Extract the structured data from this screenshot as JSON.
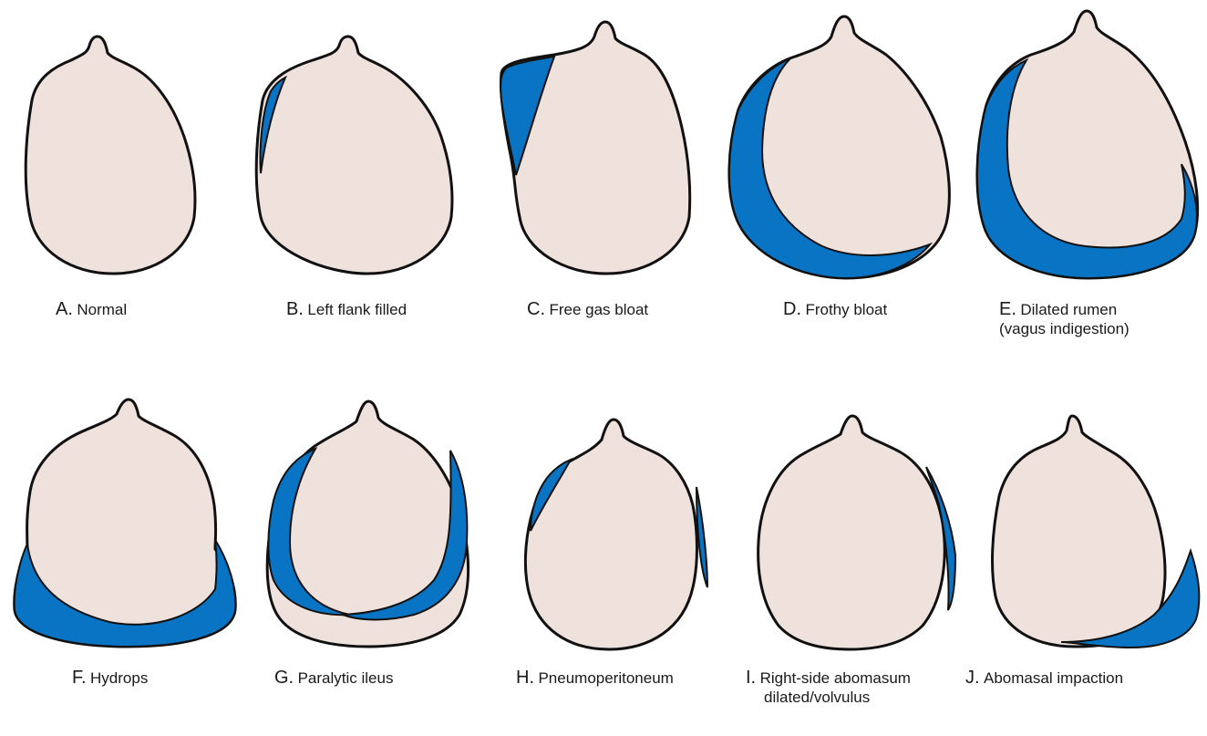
{
  "colors": {
    "body_fill": "#efe1dc",
    "highlight": "#0a74c4",
    "outline": "#111111",
    "text": "#1a1a1a"
  },
  "panels": [
    {
      "letter": "A.",
      "label": "Normal",
      "label2": ""
    },
    {
      "letter": "B.",
      "label": "Left flank filled",
      "label2": ""
    },
    {
      "letter": "C.",
      "label": "Free gas bloat",
      "label2": ""
    },
    {
      "letter": "D.",
      "label": "Frothy bloat",
      "label2": ""
    },
    {
      "letter": "E.",
      "label": "Dilated rumen",
      "label2": "(vagus indigestion)"
    },
    {
      "letter": "F.",
      "label": "Hydrops",
      "label2": ""
    },
    {
      "letter": "G.",
      "label": "Paralytic ileus",
      "label2": ""
    },
    {
      "letter": "H.",
      "label": "Pneumoperitoneum",
      "label2": ""
    },
    {
      "letter": "I.",
      "label": "Right-side abomasum",
      "label2": "dilated/volvulus"
    },
    {
      "letter": "J.",
      "label": "Abomasal impaction",
      "label2": ""
    }
  ]
}
